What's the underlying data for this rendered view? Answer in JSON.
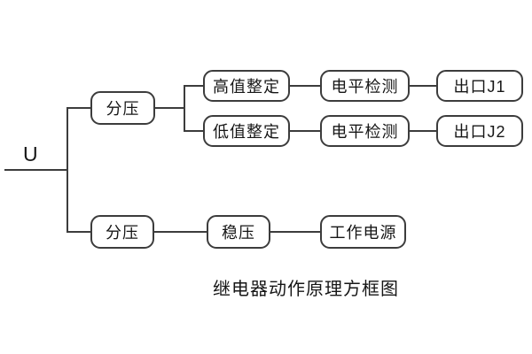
{
  "diagram": {
    "caption": "继电器动作原理方框图",
    "input": {
      "label": "U"
    },
    "nodes": {
      "divider_top": {
        "label": "分压"
      },
      "high_set": {
        "label": "高值整定"
      },
      "level_detect_1": {
        "label": "电平检测"
      },
      "output_j1": {
        "label": "出口J1"
      },
      "low_set": {
        "label": "低值整定"
      },
      "level_detect_2": {
        "label": "电平检测"
      },
      "output_j2": {
        "label": "出口J2"
      },
      "divider_bottom": {
        "label": "分压"
      },
      "regulator": {
        "label": "稳压"
      },
      "working_power": {
        "label": "工作电源"
      }
    },
    "colors": {
      "line": "#3c3c3c",
      "text": "#161616",
      "background": "#ffffff"
    }
  }
}
